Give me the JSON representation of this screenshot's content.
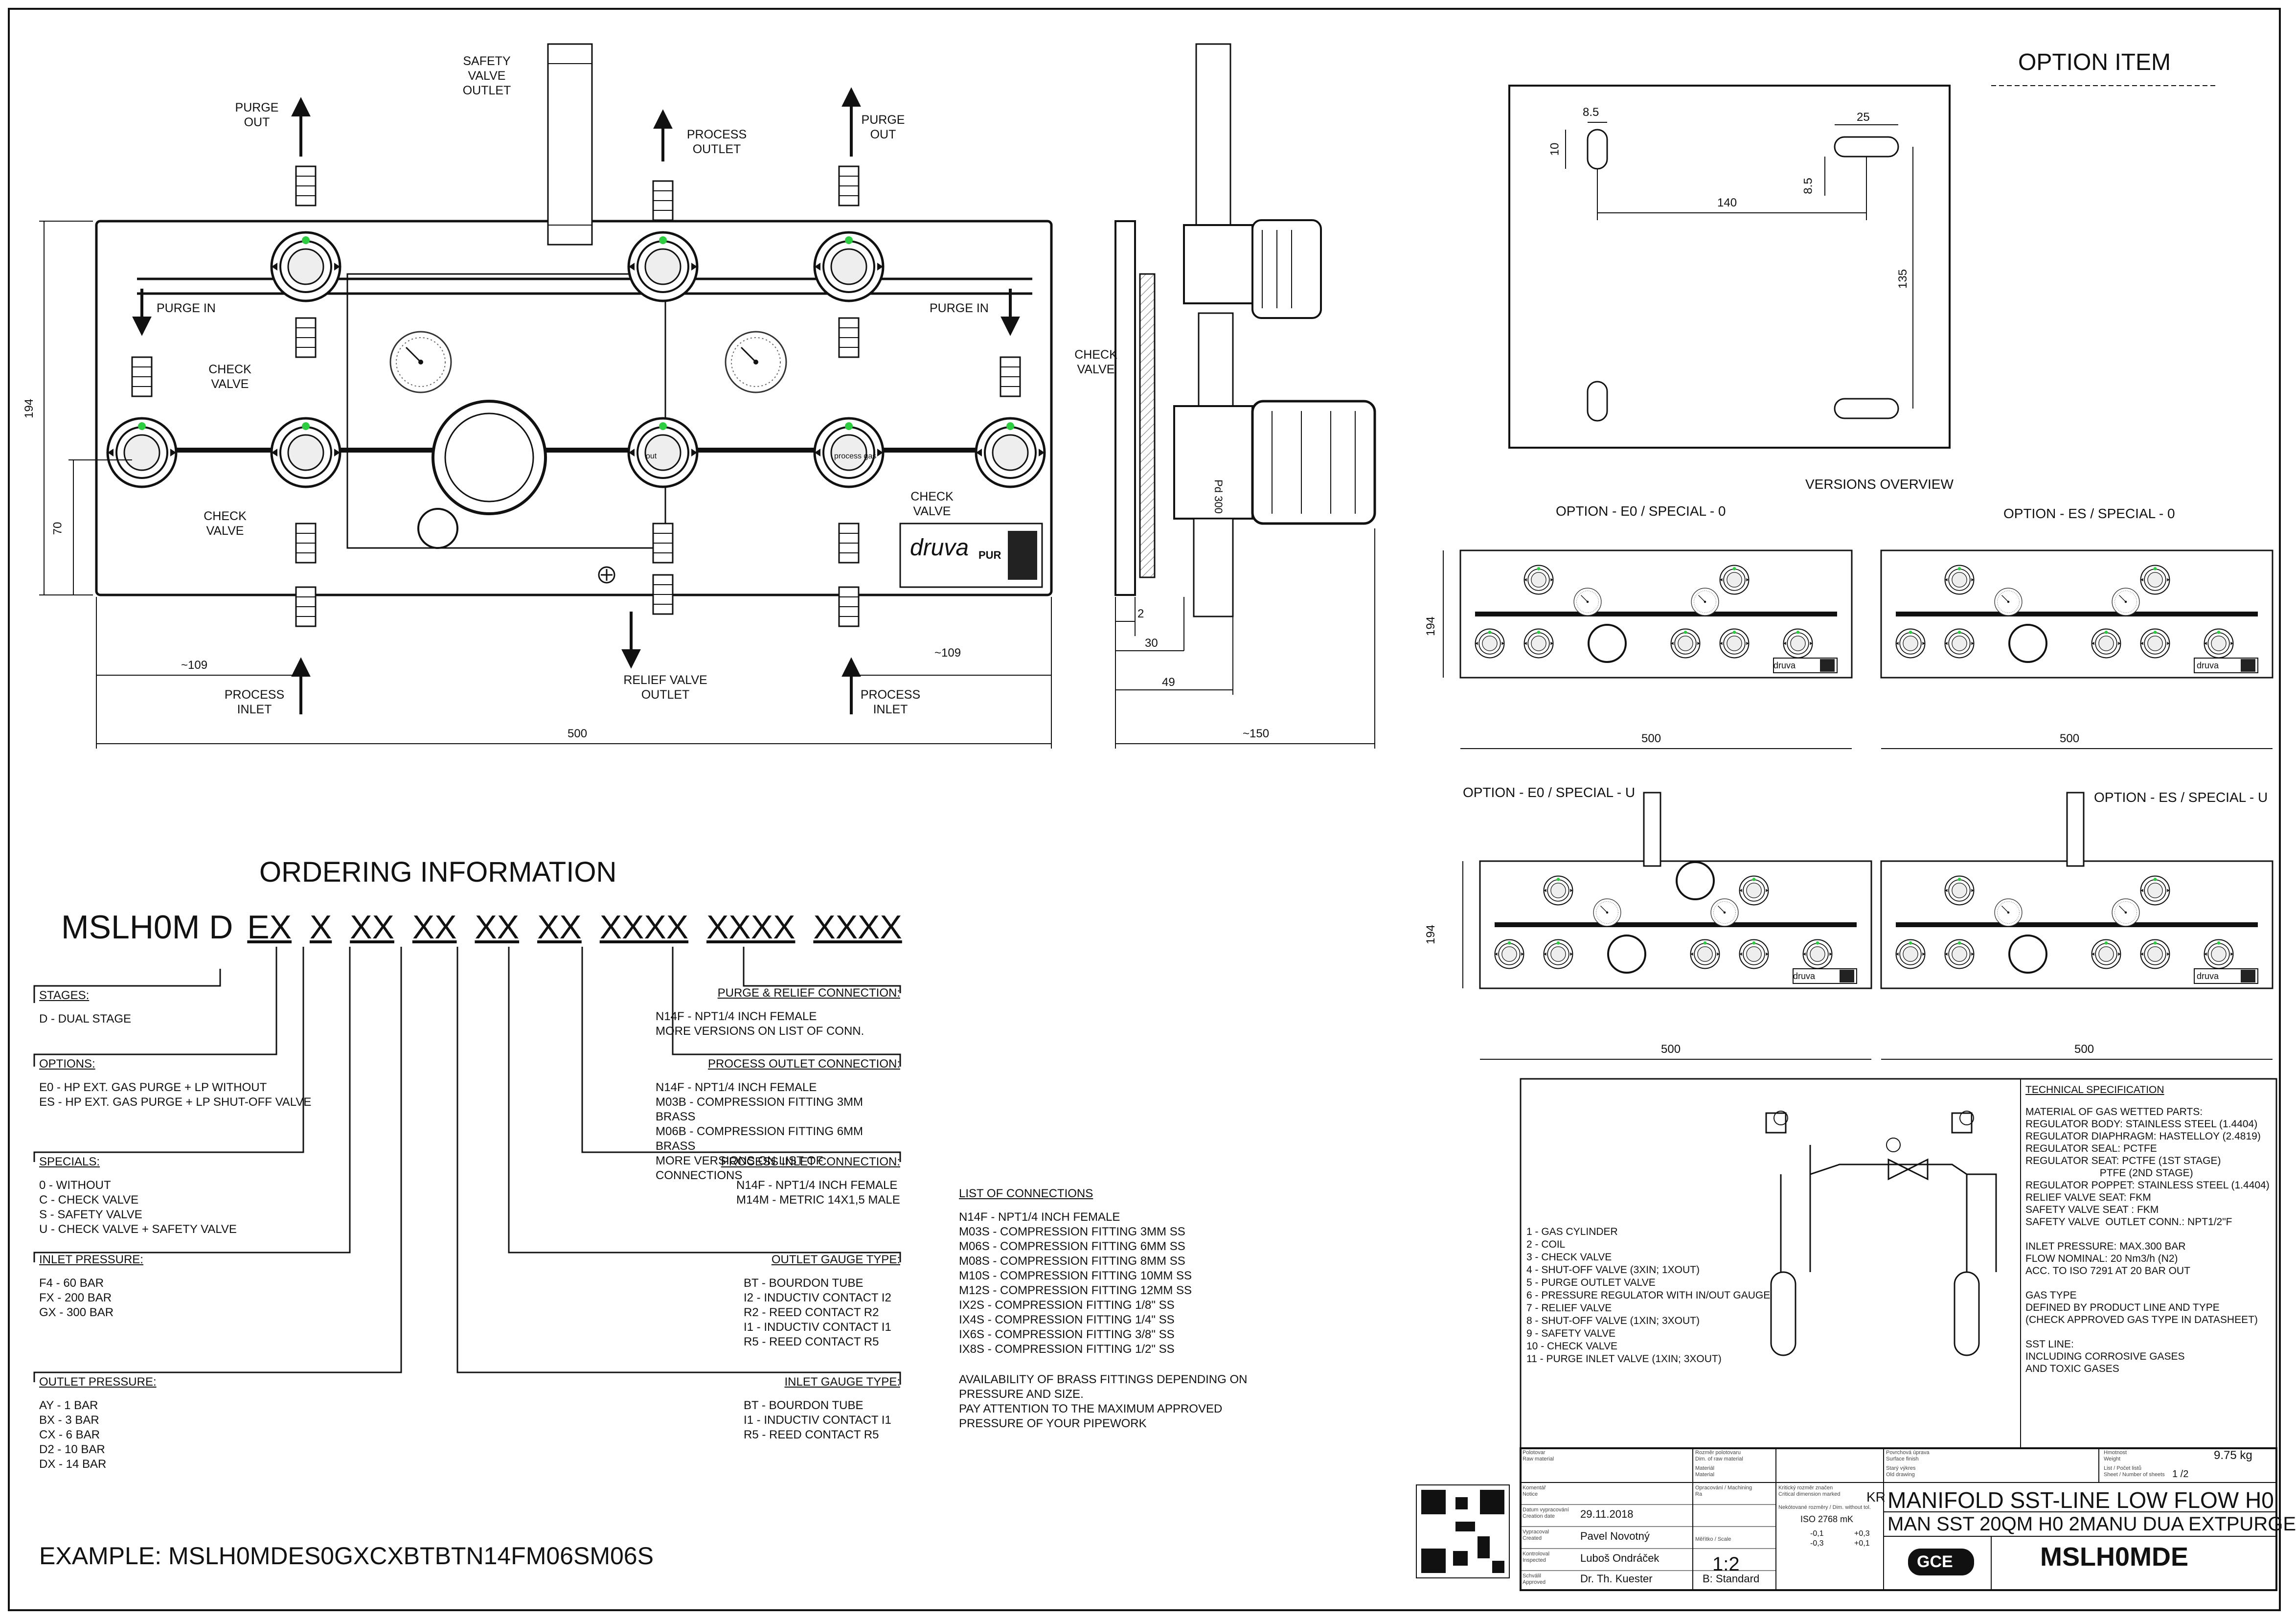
{
  "front": {
    "purge_out_left": "PURGE\nOUT",
    "purge_out_right": "PURGE\nOUT",
    "safety_valve_outlet": "SAFETY\nVALVE\nOUTLET",
    "process_outlet": "PROCESS\nOUTLET",
    "purge_in_left": "PURGE IN",
    "purge_in_right": "PURGE IN",
    "check_valve_1": "CHECK\nVALVE",
    "check_valve_2": "CHECK\nVALVE",
    "check_valve_3": "CHECK\nVALVE",
    "check_valve_4": "CHECK\nVALVE",
    "process_inlet_left": "PROCESS\nINLET",
    "process_inlet_right": "PROCESS\nINLET",
    "relief_valve_outlet": "RELIEF VALVE\nOUTLET",
    "dim_height": "194",
    "dim_70": "70",
    "dim_109_left": "~109",
    "dim_109_right": "~109",
    "dim_width": "500",
    "brand": "druva",
    "brand_suffix": "PUR",
    "gauge_label": "process gas",
    "regulator_label": "out"
  },
  "side": {
    "dim_2": "2",
    "dim_30": "30",
    "dim_49": "49",
    "dim_150": "~150",
    "knob_text": "Pd 300"
  },
  "option_item": {
    "title": "OPTION ITEM",
    "dim_8_5_a": "8.5",
    "dim_10": "10",
    "dim_25": "25",
    "dim_8_5_b": "8.5",
    "dim_140": "140",
    "dim_135": "135"
  },
  "versions": {
    "title": "VERSIONS OVERVIEW",
    "v1": "OPTION - E0 / SPECIAL - 0",
    "v2": "OPTION - ES / SPECIAL - 0",
    "v3": "OPTION - E0 / SPECIAL - U",
    "v4": "OPTION - ES / SPECIAL - U",
    "dim_194_a": "194",
    "dim_194_b": "194",
    "dim_500_1": "500",
    "dim_500_2": "500",
    "dim_500_3": "500",
    "dim_500_4": "500",
    "brand": "druva"
  },
  "ordering": {
    "title": "ORDERING INFORMATION",
    "code_prefix": "MSLH0M D",
    "code_parts": [
      "EX",
      "X",
      "XX",
      "XX",
      "XX",
      "XX",
      "XXXX",
      "XXXX",
      "XXXX"
    ],
    "stages_h": "STAGES:",
    "stages": [
      "D - DUAL STAGE"
    ],
    "options_h": "OPTIONS:",
    "options": [
      "E0 - HP EXT. GAS PURGE + LP WITHOUT",
      "ES - HP EXT. GAS PURGE + LP SHUT-OFF VALVE"
    ],
    "specials_h": "SPECIALS:",
    "specials": [
      "0 - WITHOUT",
      "C - CHECK VALVE",
      "S - SAFETY VALVE",
      "U - CHECK VALVE + SAFETY VALVE"
    ],
    "inlet_h": "INLET PRESSURE:",
    "inlet": [
      "F4 - 60 BAR",
      "FX - 200 BAR",
      "GX - 300 BAR"
    ],
    "outlet_h": "OUTLET PRESSURE:",
    "outlet": [
      "AY - 1 BAR",
      "BX - 3 BAR",
      "CX - 6 BAR",
      "D2 - 10 BAR",
      "DX - 14 BAR"
    ],
    "purge_h": "PURGE & RELIEF CONNECTION:",
    "purge": [
      "N14F - NPT1/4 INCH FEMALE",
      "MORE VERSIONS ON LIST OF CONN."
    ],
    "proc_out_h": "PROCESS OUTLET CONNECTION:",
    "proc_out": [
      "N14F - NPT1/4 INCH FEMALE",
      "M03B - COMPRESSION FITTING 3MM BRASS",
      "M06B - COMPRESSION FITTING 6MM BRASS",
      "MORE VERSIONS ON LIST OF CONNECTIONS"
    ],
    "proc_in_h": "PROCESS INLET CONNECTION:",
    "proc_in": [
      "N14F - NPT1/4 INCH FEMALE",
      "M14M - METRIC 14X1,5 MALE"
    ],
    "og_h": "OUTLET GAUGE TYPE:",
    "og": [
      "BT - BOURDON TUBE",
      "I2 - INDUCTIV CONTACT I2",
      "R2 - REED CONTACT R2",
      "I1 - INDUCTIV CONTACT I1",
      "R5 - REED CONTACT R5"
    ],
    "ig_h": "INLET GAUGE TYPE:",
    "ig": [
      "BT - BOURDON TUBE",
      "I1 - INDUCTIV CONTACT I1",
      "R5 - REED CONTACT R5"
    ],
    "example": "EXAMPLE: MSLH0MDES0GXCXBTBTN14FM06SM06S"
  },
  "connections": {
    "title": "LIST OF CONNECTIONS",
    "items": [
      "N14F - NPT1/4 INCH FEMALE",
      "M03S - COMPRESSION FITTING 3MM SS",
      "M06S - COMPRESSION FITTING 6MM SS",
      "M08S - COMPRESSION FITTING 8MM SS",
      "M10S - COMPRESSION FITTING 10MM SS",
      "M12S - COMPRESSION FITTING 12MM SS",
      "IX2S - COMPRESSION FITTING 1/8\" SS",
      "IX4S - COMPRESSION FITTING 1/4\" SS",
      "IX6S - COMPRESSION FITTING 3/8\" SS",
      "IX8S - COMPRESSION FITTING 1/2\" SS"
    ],
    "note": [
      "AVAILABILITY OF BRASS FITTINGS DEPENDING ON",
      "PRESSURE AND SIZE.",
      "PAY ATTENTION TO THE MAXIMUM APPROVED",
      "PRESSURE OF YOUR PIPEWORK"
    ]
  },
  "legend": {
    "items": [
      "1 - GAS CYLINDER",
      "2 - COIL",
      "3 - CHECK VALVE",
      "4 - SHUT-OFF VALVE (3XIN; 1XOUT)",
      "5 - PURGE OUTLET VALVE",
      "6 - PRESSURE REGULATOR WITH IN/OUT GAUGE",
      "7 - RELIEF VALVE",
      "8 - SHUT-OFF VALVE (1XIN; 3XOUT)",
      "9 - SAFETY VALVE",
      "10 - CHECK VALVE",
      "11 - PURGE INLET VALVE (1XIN; 3XOUT)"
    ]
  },
  "techspec": {
    "title": "TECHNICAL SPECIFICATION",
    "lines": [
      "MATERIAL OF GAS WETTED PARTS:",
      "REGULATOR BODY: STAINLESS STEEL (1.4404)",
      "REGULATOR DIAPHRAGM: HASTELLOY (2.4819)",
      "REGULATOR SEAL: PCTFE",
      "REGULATOR SEAT: PCTFE (1ST STAGE)",
      "                          PTFE (2ND STAGE)",
      "REGULATOR POPPET: STAINLESS STEEL (1.4404)",
      "RELIEF VALVE SEAT: FKM",
      "SAFETY VALVE SEAT : FKM",
      "SAFETY VALVE  OUTLET CONN.: NPT1/2\"F",
      "",
      "INLET PRESSURE: MAX.300 BAR",
      "FLOW NOMINAL: 20 Nm3/h (N2)",
      "ACC. TO ISO 7291 AT 20 BAR OUT",
      "",
      "GAS TYPE",
      "DEFINED BY PRODUCT LINE AND TYPE",
      "(CHECK APPROVED GAS TYPE IN DATASHEET)",
      "",
      "SST LINE:",
      "INCLUDING CORROSIVE GASES",
      "AND TOXIC GASES"
    ]
  },
  "titleblock": {
    "weight": "9.75 kg",
    "sheet": "1 /2",
    "date": "29.11.2018",
    "author": "Pavel Novotný",
    "checker": "Luboš Ondráček",
    "approver": "Dr. Th. Kuester",
    "status": "B: Standard",
    "scale": "1:2",
    "kr": "KR",
    "tolerance_std": "ISO 2768 mK",
    "tol_a": "-0,1\n-0,3",
    "tol_b": "+0,3\n+0,1",
    "title1": "MANIFOLD SST-LINE LOW FLOW H0",
    "title2": "MAN SST 20QM H0 2MANU DUA EXTPURGE",
    "part_no": "MSLH0MDE",
    "logo": "GCE",
    "lab_rows": [
      "Povrchová úprava\nSurface finish",
      "Polotovar\nRaw material",
      "Rozměr polotovaru\nDim. of raw material",
      "Materiál\nMaterial",
      "Starý výkres\nOld drawing",
      "Komentář\nNotice",
      "Kritický rozměr značen\nCritical dimension marked",
      "Datum vypracování\nCreation date",
      "Vypracoval\nCreated",
      "Kontroloval\nInspected",
      "Schválil\nApproved",
      "Hmotnost\nWeight",
      "List / Počet listů\nSheet / Number of sheets",
      "Měřítko / Scale",
      "Opracování / Machining\nRa",
      "Nekótované rozměry / Dim. without tol."
    ]
  }
}
